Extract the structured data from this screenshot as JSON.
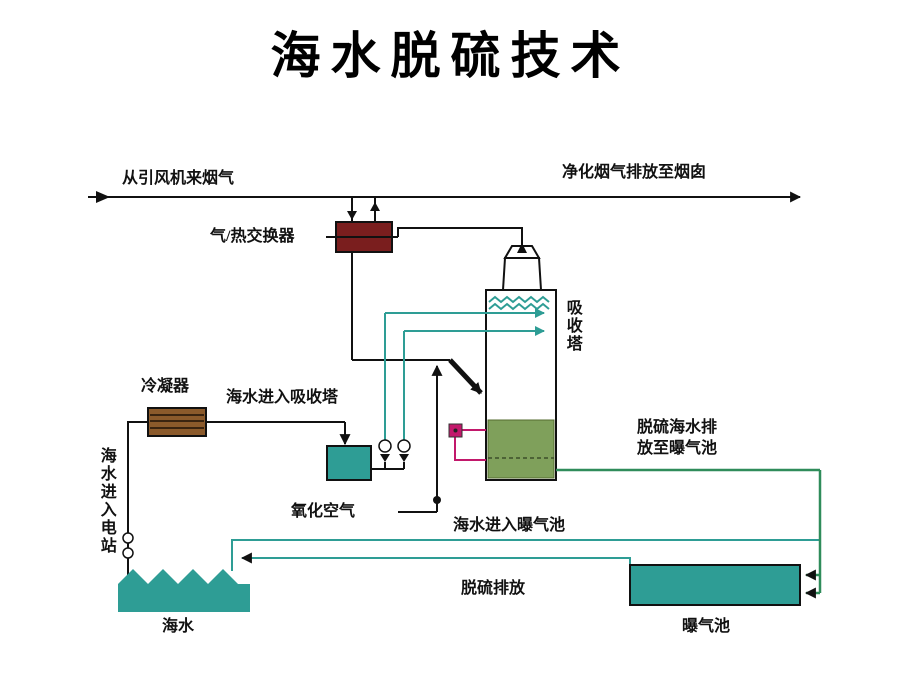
{
  "title": "海水脱硫技术",
  "labels": {
    "flue_from_fan": "从引风机来烟气",
    "clean_gas_to_stack": "净化烟气排放至烟囱",
    "heat_exchanger": "气/热交换器",
    "absorber": "吸收塔",
    "condenser": "冷凝器",
    "seawater_to_absorber": "海水进入吸收塔",
    "seawater_to_plant": "海水进入电站",
    "oxidation_air": "氧化空气",
    "seawater_to_aeration": "海水进入曝气池",
    "desulf_seawater_to_aeration": "脱硫海水排\n放至曝气池",
    "desulf_discharge": "脱硫排放",
    "sea": "海水",
    "aeration_pool": "曝气池"
  },
  "colors": {
    "teal": "#2E9D95",
    "water_line": "#2E9D95",
    "discharge_line": "#2F8C5A",
    "tower_green": "#7FA05B",
    "exchanger": "#7A1E1E",
    "condenser": "#8B5A2B",
    "magenta": "#C2186B",
    "line": "#111111"
  }
}
